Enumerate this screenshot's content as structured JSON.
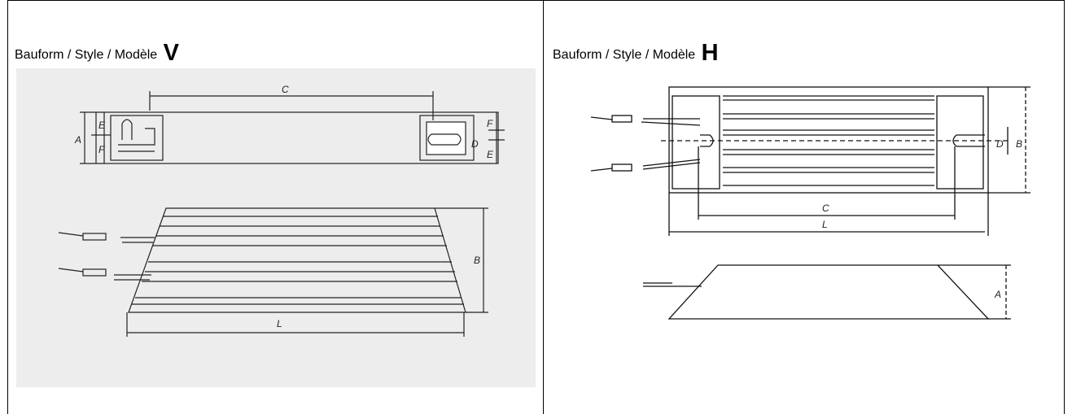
{
  "cell_v": {
    "title_prefix": "Bauform / Style / Modèle",
    "model_letter": "V",
    "labels": {
      "c": "C",
      "a": "A",
      "e_top": "E",
      "f_left": "F",
      "f_right": "F",
      "d": "D",
      "e_bottom": "E",
      "b": "B",
      "l": "L"
    }
  },
  "cell_h": {
    "title_prefix": "Bauform / Style / Modèle",
    "model_letter": "H",
    "labels": {
      "d": "D",
      "b": "B",
      "c": "C",
      "l": "L",
      "a": "A"
    }
  }
}
